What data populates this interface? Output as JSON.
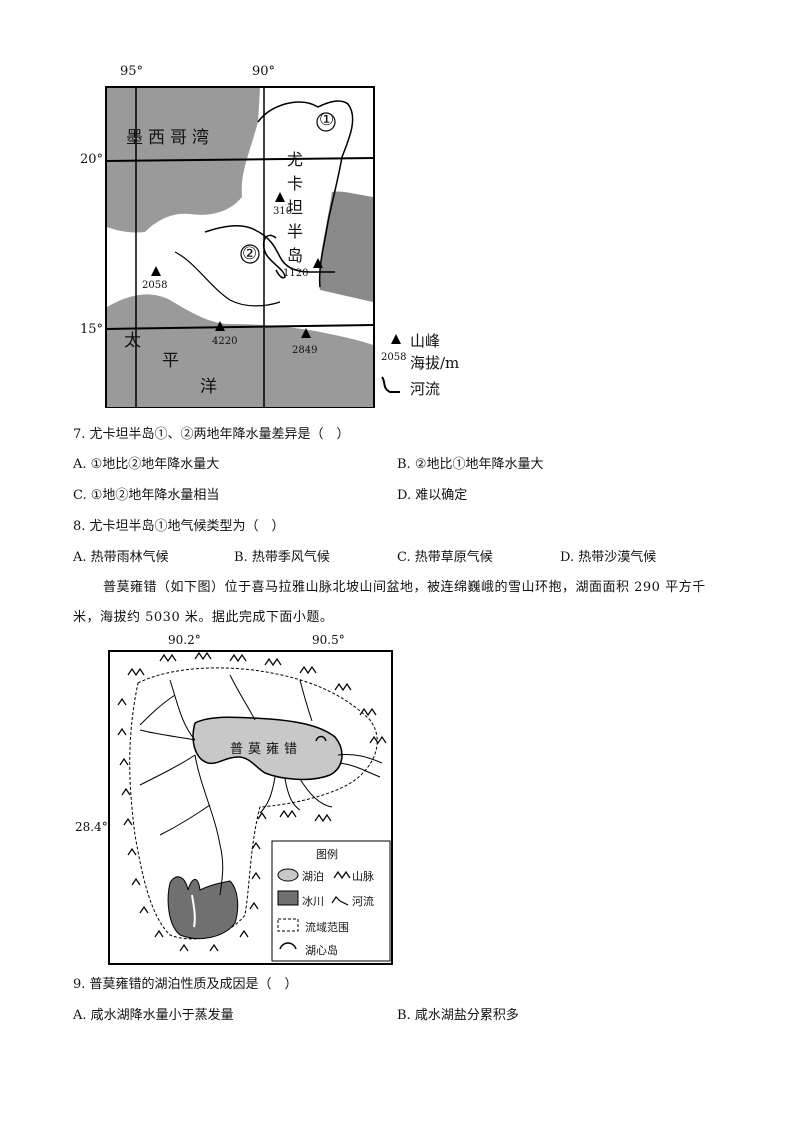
{
  "map1": {
    "lon_95": "95°",
    "lon_90": "90°",
    "lat_20": "20°",
    "lat_15": "15°",
    "gulf_name": "墨西哥湾",
    "peninsula_chars": [
      "尤",
      "卡",
      "坦",
      "半",
      "岛"
    ],
    "pacific_chars": [
      "太",
      "平",
      "洋"
    ],
    "site1": "①",
    "site2": "②",
    "peaks": [
      "310",
      "1120",
      "2058",
      "4220",
      "2849"
    ],
    "legend_peak": "山峰",
    "legend_elev": "海拔/m",
    "legend_elev_value": "2058",
    "legend_river": "河流"
  },
  "q7": {
    "stem": "7. 尤卡坦半岛①、②两地年降水量差异是（　）",
    "a": "A. ①地比②地年降水量大",
    "b": "B. ②地比①地年降水量大",
    "c": "C. ①地②地年降水量相当",
    "d": "D.  难以确定"
  },
  "q8": {
    "stem": "8. 尤卡坦半岛①地气候类型为（　）",
    "a": "A.  热带雨林气候",
    "b": "B.  热带季风气候",
    "c": "C.  热带草原气候",
    "d": "D.  热带沙漠气候"
  },
  "passage": {
    "line1": "普莫雍错（如下图）位于喜马拉雅山脉北坡山间盆地，被连绵巍峨的雪山环抱，湖面面积 290 平方千",
    "line2": "米，海拔约 5030 米。据此完成下面小题。"
  },
  "map2": {
    "lon_1": "90.2°",
    "lon_2": "90.5°",
    "lat": "28.4°",
    "lake_name": "普莫雍错",
    "legend_title": "图例",
    "legend_lake": "湖泊",
    "legend_mountain": "山脉",
    "legend_glacier": "冰川",
    "legend_river": "河流",
    "legend_basin": "流域范围",
    "legend_island": "湖心岛"
  },
  "q9": {
    "stem": "9. 普莫雍错的湖泊性质及成因是（　）",
    "a": "A.  咸水湖降水量小于蒸发量",
    "b": "B.  咸水湖盐分累积多"
  }
}
